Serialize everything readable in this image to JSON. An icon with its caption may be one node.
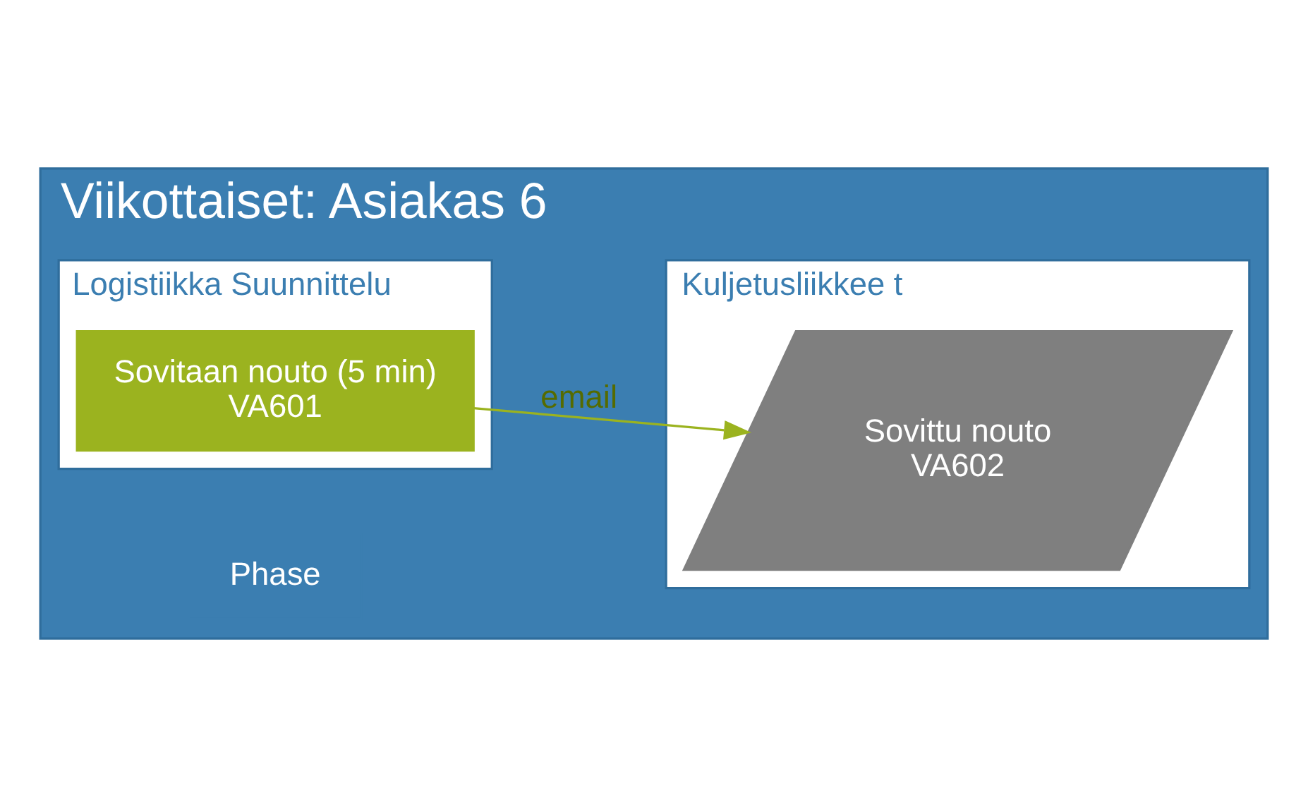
{
  "diagram": {
    "nodes": [
      {
        "text": [
          "Viikottaiset: Asiakas 6"
        ]
      },
      {
        "text": [
          "Phase"
        ],
        "in": 0
      },
      {
        "text": [
          "Logistiikka Suunnittelu"
        ],
        "in": 0
      },
      {
        "text": [
          "Sovitaan nouto (5 min)",
          "VA601"
        ],
        "in": 2
      },
      {
        "text": [
          "Kuljetusliikkee t"
        ],
        "in": 0
      },
      {
        "text": [
          "Sovittu nouto",
          "VA602"
        ],
        "in": 4
      }
    ],
    "edges": [
      {
        "from": 3,
        "to": 5,
        "arrow": "to",
        "label": "email",
        "color": "#9bb31f"
      }
    ]
  }
}
